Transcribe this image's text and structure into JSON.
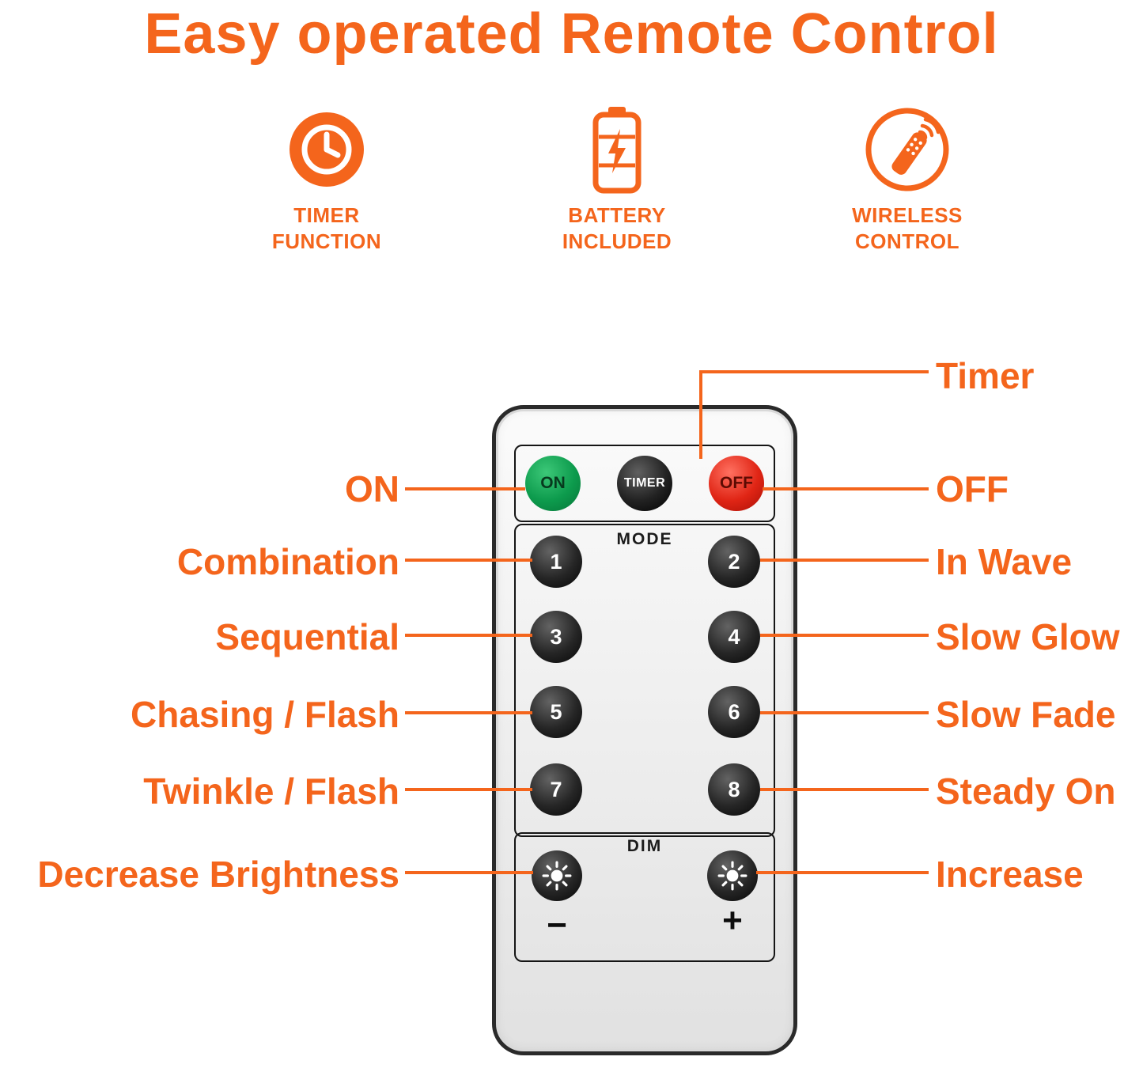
{
  "colors": {
    "accent": "#F4651C"
  },
  "title": "Easy operated Remote Control",
  "features": [
    {
      "icon": "clock-icon",
      "line1": "TIMER",
      "line2": "FUNCTION"
    },
    {
      "icon": "battery-icon",
      "line1": "BATTERY",
      "line2": "INCLUDED"
    },
    {
      "icon": "wireless-remote-icon",
      "line1": "WIRELESS",
      "line2": "CONTROL"
    }
  ],
  "remote": {
    "power": {
      "on": "ON",
      "timer": "TIMER",
      "off": "OFF"
    },
    "mode_label": "MODE",
    "mode_buttons": [
      "1",
      "2",
      "3",
      "4",
      "5",
      "6",
      "7",
      "8"
    ],
    "dim_label": "DIM",
    "minus": "−",
    "plus": "+"
  },
  "callouts": {
    "timer": "Timer",
    "on": "ON",
    "off": "OFF",
    "left": [
      "Combination",
      "Sequential",
      "Chasing / Flash",
      "Twinkle / Flash",
      "Decrease Brightness"
    ],
    "right": [
      "In Wave",
      "Slow Glow",
      "Slow Fade",
      "Steady On",
      "Increase"
    ]
  }
}
